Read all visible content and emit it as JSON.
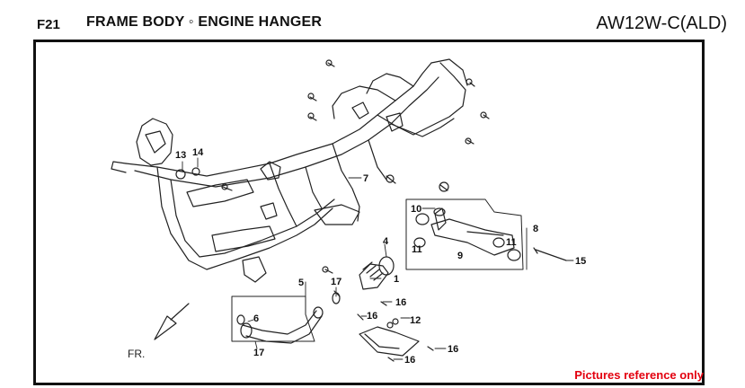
{
  "header": {
    "code": "F21",
    "title": "FRAME BODY ◦ ENGINE HANGER",
    "model": "AW12W-C(ALD)"
  },
  "parts": [
    {
      "id": "n13",
      "number": "13"
    },
    {
      "id": "n14",
      "number": "14"
    },
    {
      "id": "n7",
      "number": "7"
    },
    {
      "id": "n10",
      "number": "10"
    },
    {
      "id": "n8",
      "number": "8"
    },
    {
      "id": "n11a",
      "number": "11"
    },
    {
      "id": "n11b",
      "number": "11"
    },
    {
      "id": "n9",
      "number": "9"
    },
    {
      "id": "n15",
      "number": "15"
    },
    {
      "id": "n4",
      "number": "4"
    },
    {
      "id": "n1",
      "number": "1"
    },
    {
      "id": "n17a",
      "number": "17"
    },
    {
      "id": "n5",
      "number": "5"
    },
    {
      "id": "n6",
      "number": "6"
    },
    {
      "id": "n17b",
      "number": "17"
    },
    {
      "id": "n16a",
      "number": "16"
    },
    {
      "id": "n16b",
      "number": "16"
    },
    {
      "id": "n12",
      "number": "12"
    },
    {
      "id": "n16c",
      "number": "16"
    },
    {
      "id": "n16d",
      "number": "16"
    }
  ],
  "direction_label": "FR.",
  "footer_note": "Pictures reference only",
  "colors": {
    "note": "#e3000f",
    "line": "#111111"
  }
}
